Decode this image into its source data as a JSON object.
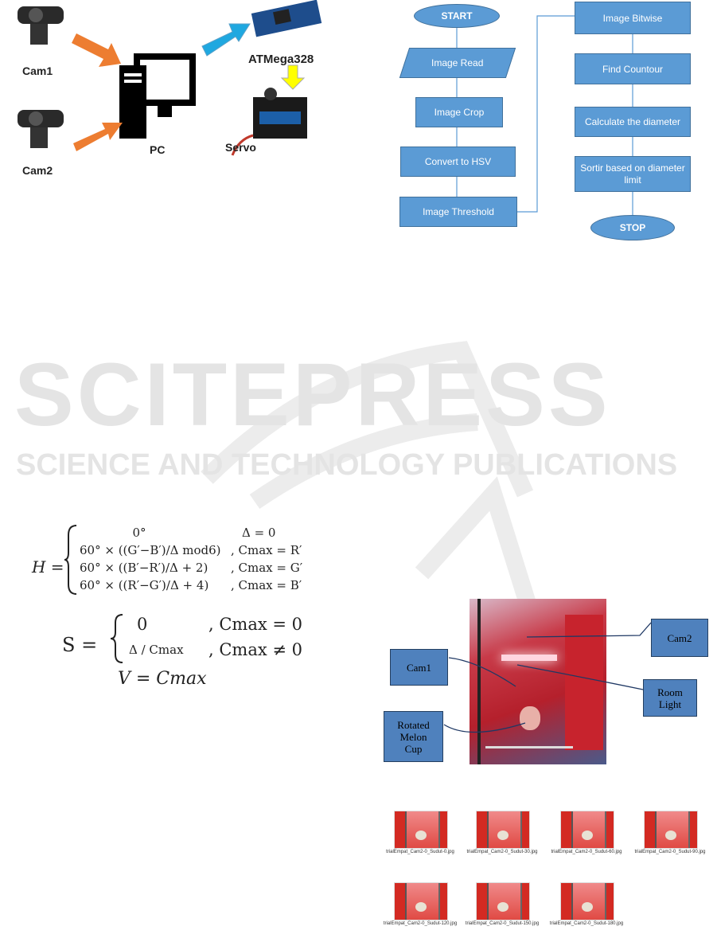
{
  "system_diagram": {
    "cam1": "Cam1",
    "cam2": "Cam2",
    "pc": "PC",
    "mcu": "ATMega328",
    "servo": "Servo",
    "colors": {
      "orange_arrow": "#ed7d31",
      "blue_arrow": "#1fa8e0",
      "yellow_arrow": "#ffff00"
    }
  },
  "flowchart": {
    "start": "START",
    "steps": [
      "Image Read",
      "Image Crop",
      "Convert to HSV",
      "Image Threshold",
      "Image Bitwise",
      "Find Countour",
      "Calculate the diameter",
      "Sortir based on diameter limit"
    ],
    "stop": "STOP",
    "color": "#5b9bd5"
  },
  "watermark": {
    "title": "SCITEPRESS",
    "subtitle": "SCIENCE AND TECHNOLOGY PUBLICATIONS"
  },
  "equations": {
    "h_lhs": "H =",
    "h_cases": [
      [
        "0°",
        "Δ = 0"
      ],
      [
        "60° × ((G′−B′)/Δ mod6)",
        ", Cmax = R′"
      ],
      [
        "60° × ((B′−R′)/Δ + 2)",
        ", Cmax = G′"
      ],
      [
        "60° × ((R′−G′)/Δ + 4)",
        ", Cmax = B′"
      ]
    ],
    "s_lhs": "S =",
    "s_cases": [
      [
        "0",
        ", Cmax = 0"
      ],
      [
        "Δ / Cmax",
        ", Cmax ≠ 0"
      ]
    ],
    "v": "V = Cmax"
  },
  "photo": {
    "callouts": {
      "cam2": "Cam2",
      "cam1": "Cam1",
      "room_light": "Room Light",
      "melon": "Rotated Melon Cup"
    }
  },
  "thumbnails": [
    "trialEmpat_Cam2-0_Sudut-0.jpg",
    "trialEmpat_Cam2-0_Sudut-30.jpg",
    "trialEmpat_Cam2-0_Sudut-60.jpg",
    "trialEmpat_Cam2-0_Sudut-90.jpg",
    "trialEmpat_Cam2-0_Sudut-120.jpg",
    "trialEmpat_Cam2-0_Sudut-150.jpg",
    "trialEmpat_Cam2-0_Sudut-180.jpg"
  ]
}
